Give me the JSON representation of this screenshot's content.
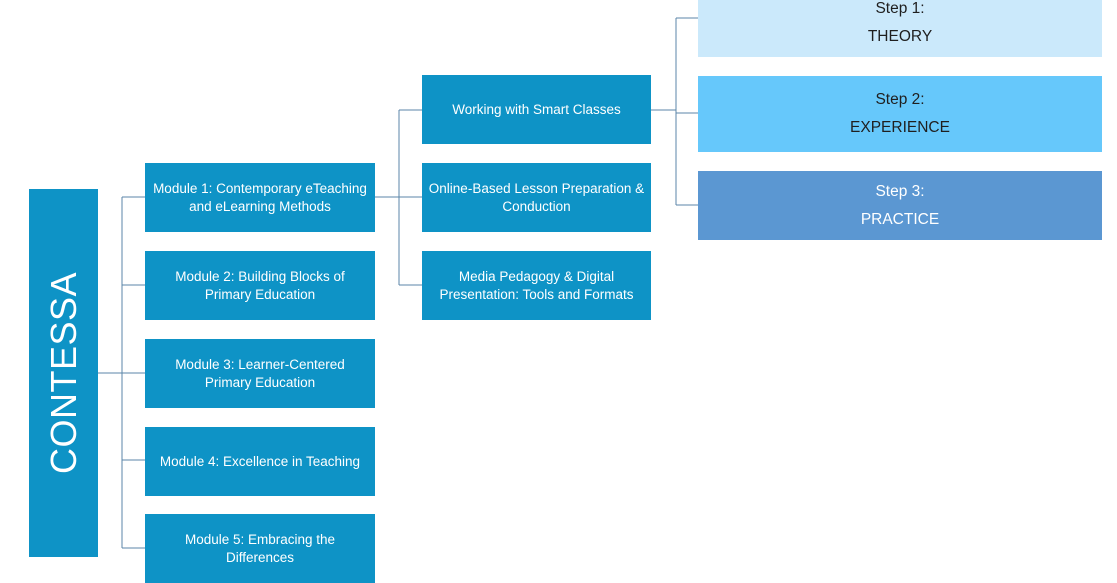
{
  "root": {
    "label": "CONTESSA"
  },
  "modules": [
    {
      "label": "Module 1: Contemporary eTeaching and eLearning Methods"
    },
    {
      "label": "Module 2: Building Blocks of Primary Education"
    },
    {
      "label": "Module 3: Learner-Centered Primary Education"
    },
    {
      "label": "Module 4: Excellence in Teaching"
    },
    {
      "label": "Module 5: Embracing the Differences"
    }
  ],
  "submodules": [
    {
      "label": "Working with Smart Classes"
    },
    {
      "label": "Online-Based Lesson Preparation & Conduction"
    },
    {
      "label": "Media Pedagogy & Digital Presentation: Tools and Formats"
    }
  ],
  "steps": [
    {
      "title": "Step 1:",
      "name": "THEORY"
    },
    {
      "title": "Step 2:",
      "name": "EXPERIENCE"
    },
    {
      "title": "Step 3:",
      "name": "PRACTICE"
    }
  ],
  "colors": {
    "box": "#0e93c6",
    "connector": "#5b86a8",
    "step1": "#cbe9fb",
    "step2": "#66c8fb",
    "step3": "#5b97d2"
  }
}
